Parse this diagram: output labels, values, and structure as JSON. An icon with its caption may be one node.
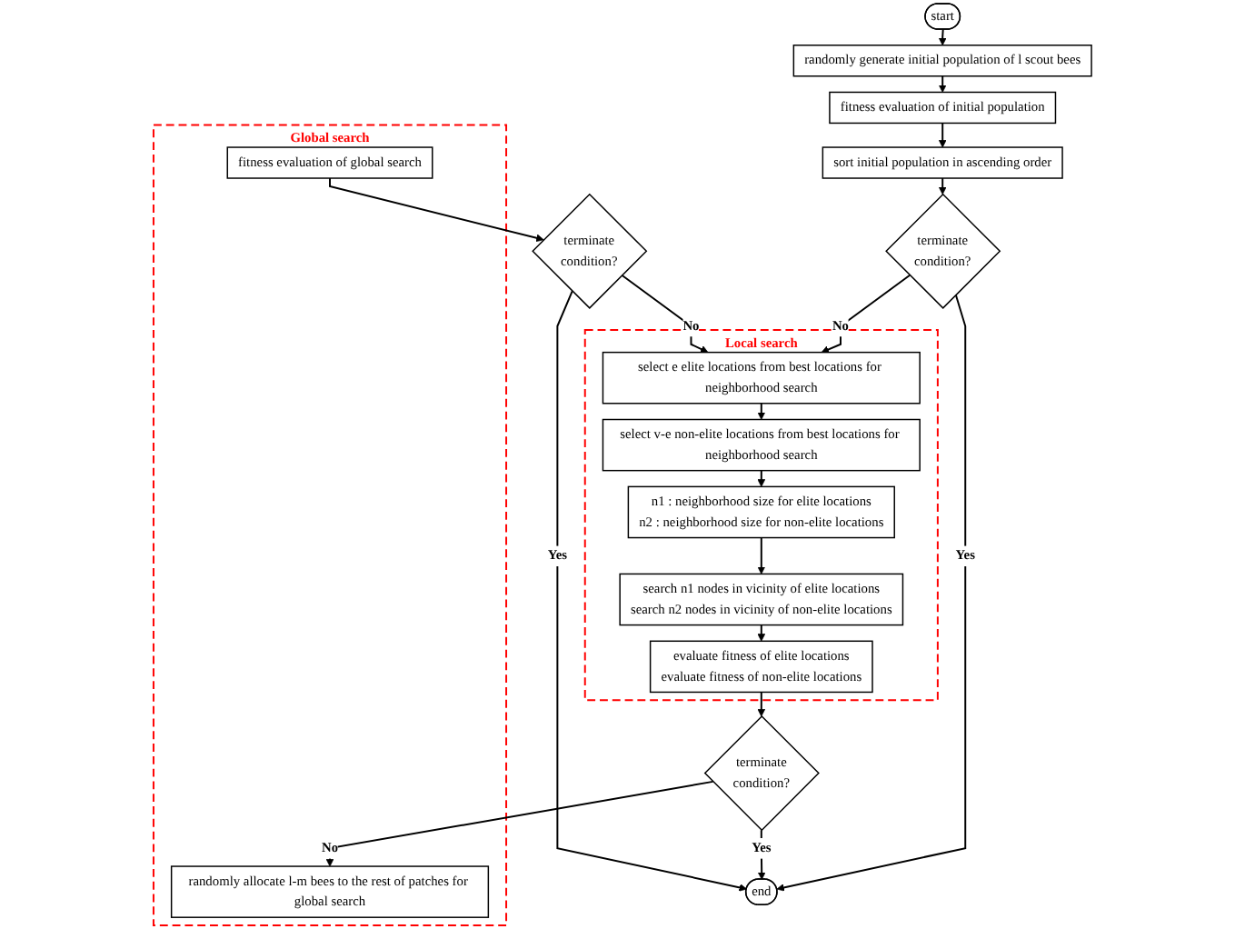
{
  "diagram": {
    "nodes": [
      {
        "text": [
          "start"
        ]
      },
      {
        "text": [
          "randomly generate initial population of l scout bees"
        ]
      },
      {
        "text": [
          "fitness evaluation of initial population"
        ]
      },
      {
        "text": [
          "sort initial population in ascending order"
        ]
      },
      {
        "text": [
          "terminate condition?"
        ]
      },
      {
        "text": [
          "Local search"
        ]
      },
      {
        "text": [
          "select e elite locations from best locations for neighborhood search"
        ],
        "in": 5
      },
      {
        "text": [
          "select v-e non-elite locations from best locations for neighborhood search"
        ],
        "in": 5
      },
      {
        "text": [
          "n1 : neighborhood size for elite locations",
          "n2 : neighborhood size for non-elite locations"
        ],
        "in": 5
      },
      {
        "text": [
          "search n1 nodes in vicinity of elite locations",
          "search n2 nodes in vicinity of non-elite locations"
        ],
        "in": 5
      },
      {
        "text": [
          "evaluate fitness of elite locations",
          "evaluate fitness of non-elite locations"
        ],
        "in": 5
      },
      {
        "text": [
          "terminate condition?"
        ]
      },
      {
        "text": [
          "end"
        ]
      },
      {
        "text": [
          "terminate condition?"
        ]
      },
      {
        "text": [
          "Global search"
        ]
      },
      {
        "text": [
          "fitness evaluation of global search"
        ],
        "in": 14
      },
      {
        "text": [
          "randomly allocate l-m bees to the rest of patches for global search"
        ],
        "in": 14
      }
    ],
    "edges": [
      {
        "from": 0,
        "to": 1,
        "arrow": "to"
      },
      {
        "from": 1,
        "to": 2,
        "arrow": "to"
      },
      {
        "from": 2,
        "to": 3,
        "arrow": "to"
      },
      {
        "from": 3,
        "to": 4,
        "arrow": "to"
      },
      {
        "from": 4,
        "to": 6,
        "arrow": "to",
        "label": "No"
      },
      {
        "from": 4,
        "to": 12,
        "arrow": "to",
        "label": "Yes"
      },
      {
        "from": 6,
        "to": 7,
        "arrow": "to"
      },
      {
        "from": 7,
        "to": 8,
        "arrow": "to"
      },
      {
        "from": 8,
        "to": 9,
        "arrow": "to"
      },
      {
        "from": 9,
        "to": 10,
        "arrow": "to"
      },
      {
        "from": 10,
        "to": 11,
        "arrow": "to"
      },
      {
        "from": 11,
        "to": 12,
        "arrow": "to",
        "label": "Yes"
      },
      {
        "from": 11,
        "to": 16,
        "arrow": "to",
        "label": "No"
      },
      {
        "from": 15,
        "to": 13,
        "arrow": "to"
      },
      {
        "from": 13,
        "to": 12,
        "arrow": "to",
        "label": "Yes"
      },
      {
        "from": 13,
        "to": 6,
        "arrow": "to",
        "label": "No"
      }
    ]
  }
}
